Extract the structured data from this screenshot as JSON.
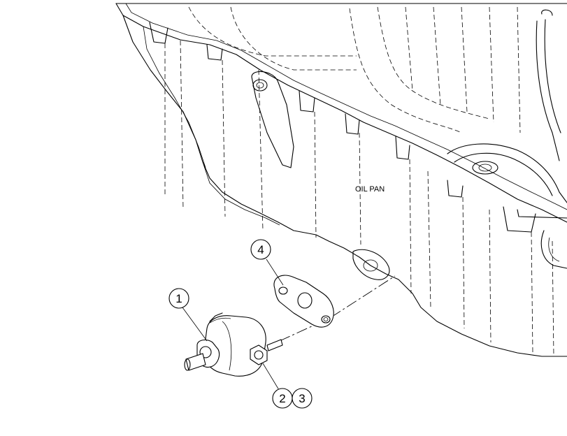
{
  "diagram": {
    "component_label": "OIL PAN",
    "callouts": [
      {
        "number": "1"
      },
      {
        "number": "2"
      },
      {
        "number": "3"
      },
      {
        "number": "4"
      }
    ]
  }
}
